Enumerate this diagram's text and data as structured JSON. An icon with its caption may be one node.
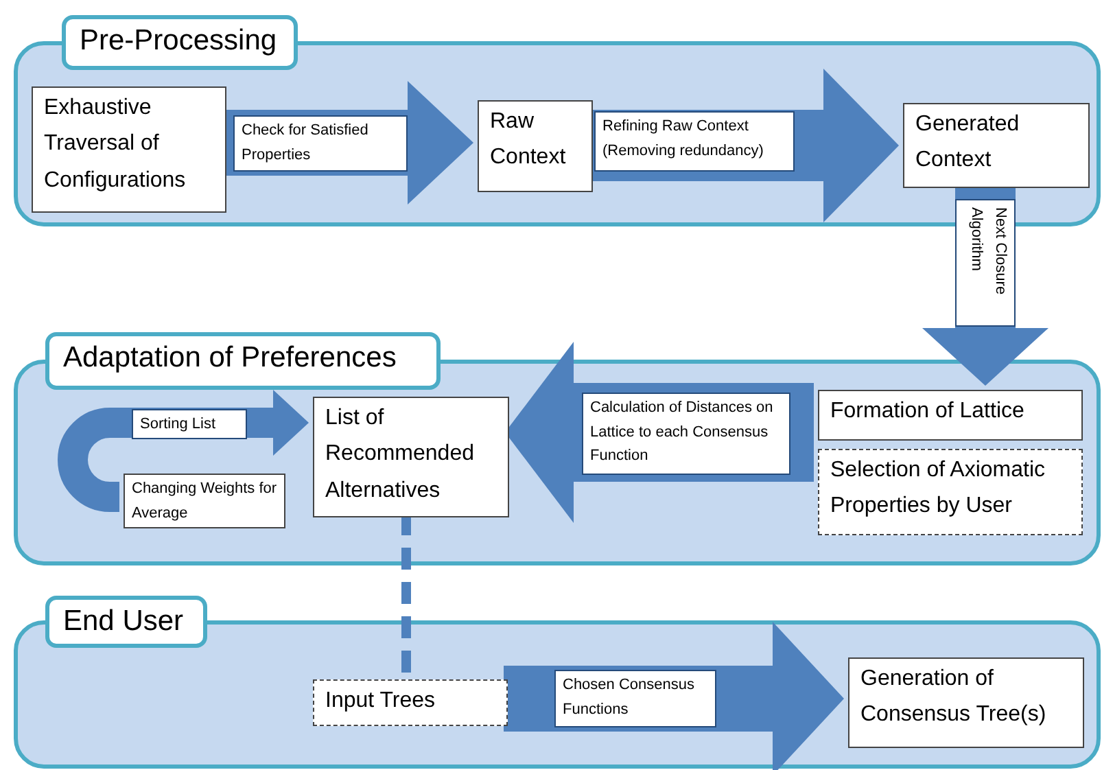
{
  "diagram": {
    "nodes": [
      {
        "text": [
          "Pre-Processing"
        ]
      },
      {
        "text": [
          "Exhaustive Traversal of Configurations"
        ],
        "in": 0
      },
      {
        "text": [
          "Raw Context"
        ],
        "in": 0
      },
      {
        "text": [
          "Generated Context"
        ],
        "in": 0
      },
      {
        "text": [
          "Adaptation of Preferences"
        ]
      },
      {
        "text": [
          "Changing Weights for Average"
        ],
        "in": 4
      },
      {
        "text": [
          "List of Recommended Alternatives"
        ],
        "in": 4
      },
      {
        "text": [
          "Formation of Lattice"
        ],
        "in": 4
      },
      {
        "text": [
          "Selection of Axiomatic Properties by User"
        ],
        "in": 4
      },
      {
        "text": [
          "End User"
        ]
      },
      {
        "text": [
          "Input Trees"
        ],
        "in": 9
      },
      {
        "text": [
          "Generation of Consensus Tree(s)"
        ],
        "in": 9
      }
    ],
    "edges": [
      {
        "from": 1,
        "to": 2,
        "arrow": "to",
        "label": "Check for Satisfied Properties"
      },
      {
        "from": 2,
        "to": 3,
        "arrow": "to",
        "label": "Refining Raw Context (Removing redundancy)"
      },
      {
        "from": 3,
        "to": 7,
        "arrow": "to",
        "label": "Next Closure Algorithm"
      },
      {
        "from": 7,
        "to": 6,
        "arrow": "to",
        "label": "Calculation of Distances on Lattice to each Consensus Function"
      },
      {
        "from": 5,
        "to": 6,
        "arrow": "to",
        "label": "Sorting List"
      },
      {
        "from": 6,
        "to": 10,
        "arrow": "none",
        "style": "dashed"
      },
      {
        "from": 10,
        "to": 11,
        "arrow": "to",
        "label": "Chosen Consensus Functions"
      }
    ]
  }
}
